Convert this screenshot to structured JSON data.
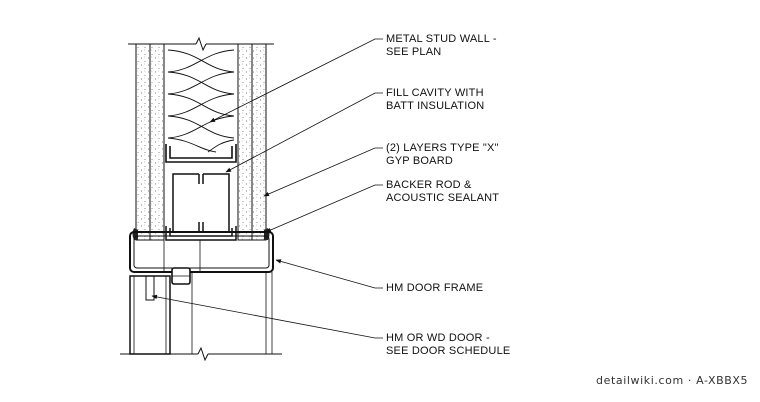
{
  "callouts": [
    {
      "id": "metal-stud-wall",
      "lines": [
        "METAL STUD WALL -",
        "SEE PLAN"
      ]
    },
    {
      "id": "batt-insulation",
      "lines": [
        "FILL CAVITY WITH",
        "BATT INSULATION"
      ]
    },
    {
      "id": "gyp-board",
      "lines": [
        "(2) LAYERS TYPE \"X\"",
        "GYP BOARD"
      ]
    },
    {
      "id": "backer-rod",
      "lines": [
        "BACKER ROD &",
        "ACOUSTIC SEALANT"
      ]
    },
    {
      "id": "hm-door-frame",
      "lines": [
        "HM DOOR FRAME"
      ]
    },
    {
      "id": "door",
      "lines": [
        "HM OR WD DOOR -",
        "SEE DOOR SCHEDULE"
      ]
    }
  ],
  "watermark": "detailwiki.com · A-XBBX5",
  "colors": {
    "line": "#111111",
    "hatch": "#555555",
    "background": "#ffffff"
  }
}
